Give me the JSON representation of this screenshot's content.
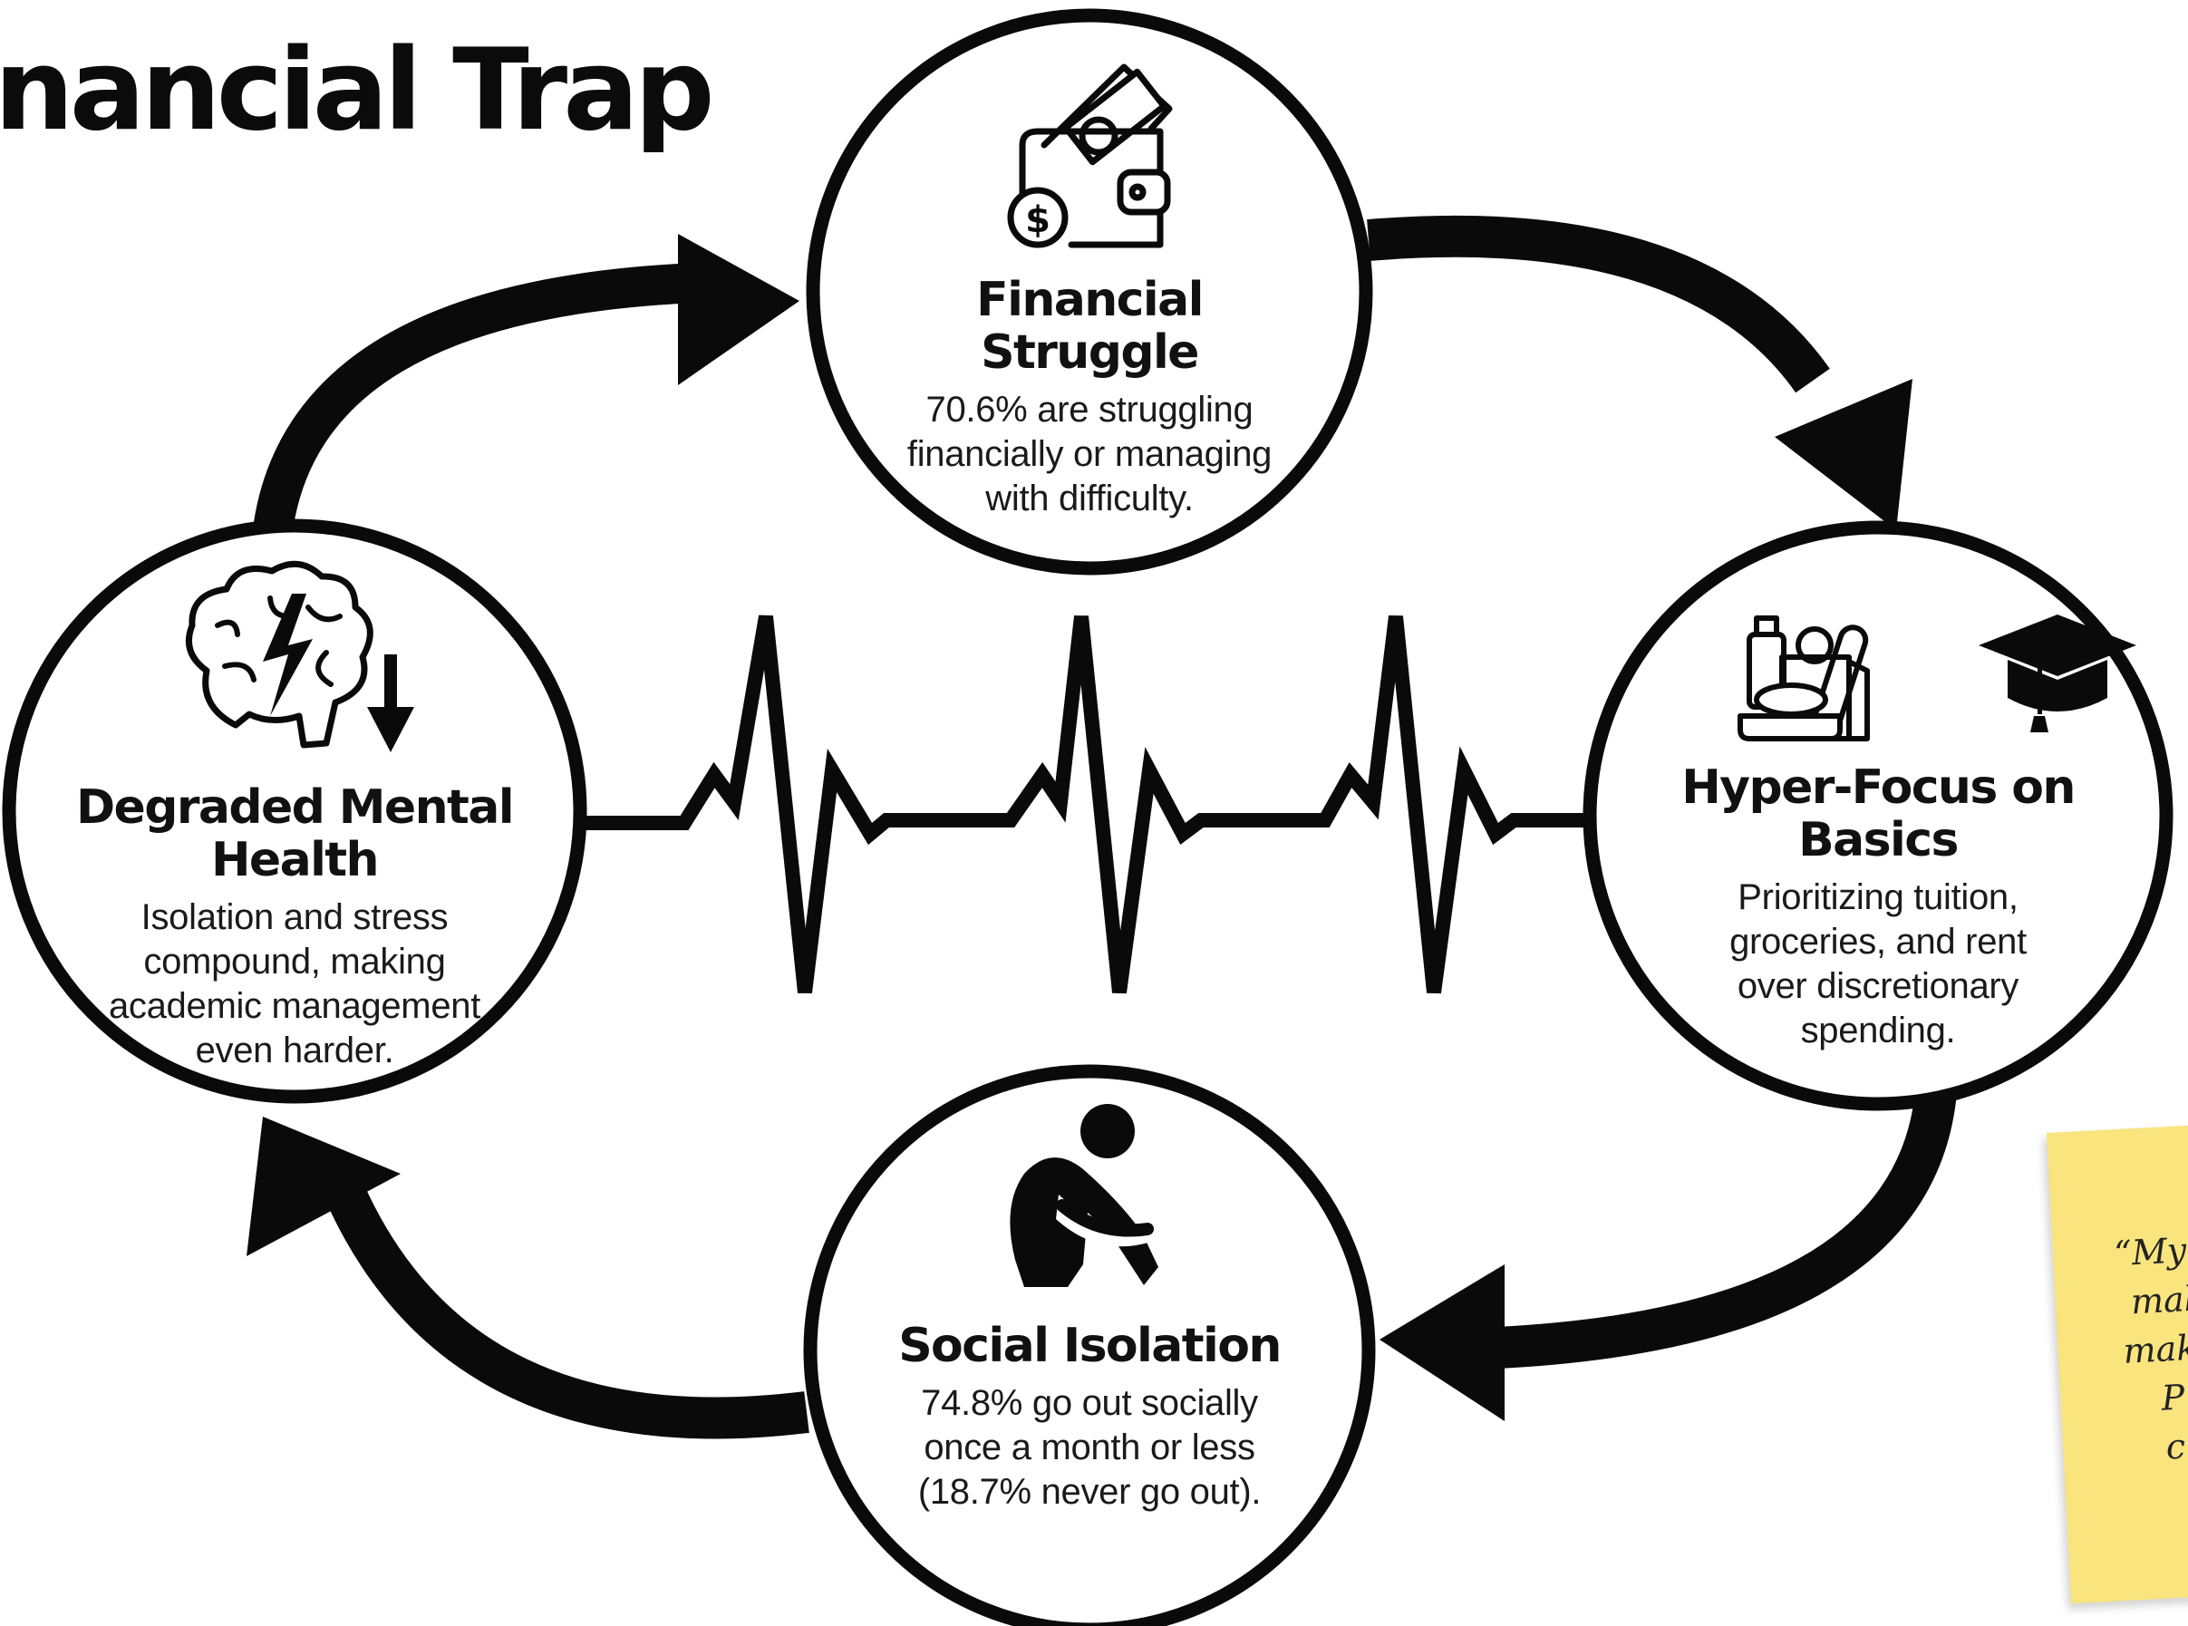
{
  "title": "inancial Trap",
  "nodes": {
    "financial_struggle": {
      "title": "Financial Struggle",
      "description": "70.6% are struggling financially or managing with difficulty.",
      "lines": [
        "70.6% are struggling",
        "financially or managing",
        "with difficulty."
      ],
      "icon": "wallet-dollar-icon"
    },
    "hyper_focus": {
      "title_lines": [
        "Hyper-Focus on",
        "Basics"
      ],
      "lines": [
        "Prioritizing tuition,",
        "groceries, and rent",
        "over discretionary",
        "spending."
      ],
      "icons": [
        "groceries-icon",
        "graduation-cap-icon"
      ]
    },
    "social_isolation": {
      "title": "Social Isolation",
      "lines": [
        "74.8% go out socially",
        "once a month or less",
        "(18.7% never go out)."
      ],
      "icon": "sitting-person-icon"
    },
    "degraded_mental_health": {
      "title": "Degraded Mental Health",
      "lines": [
        "Isolation and stress",
        "compound, making",
        "academic management",
        "even harder."
      ],
      "icons": [
        "brain-lightning-icon",
        "down-arrow-icon"
      ]
    }
  },
  "center_graphic": "heartbeat-line-icon",
  "sticky_note": {
    "lines": [
      "“My c",
      "mak",
      "make",
      "P",
      "c"
    ]
  },
  "colors": {
    "ink": "#111111",
    "background": "#ffffff",
    "sticky": "#f9e47e"
  }
}
